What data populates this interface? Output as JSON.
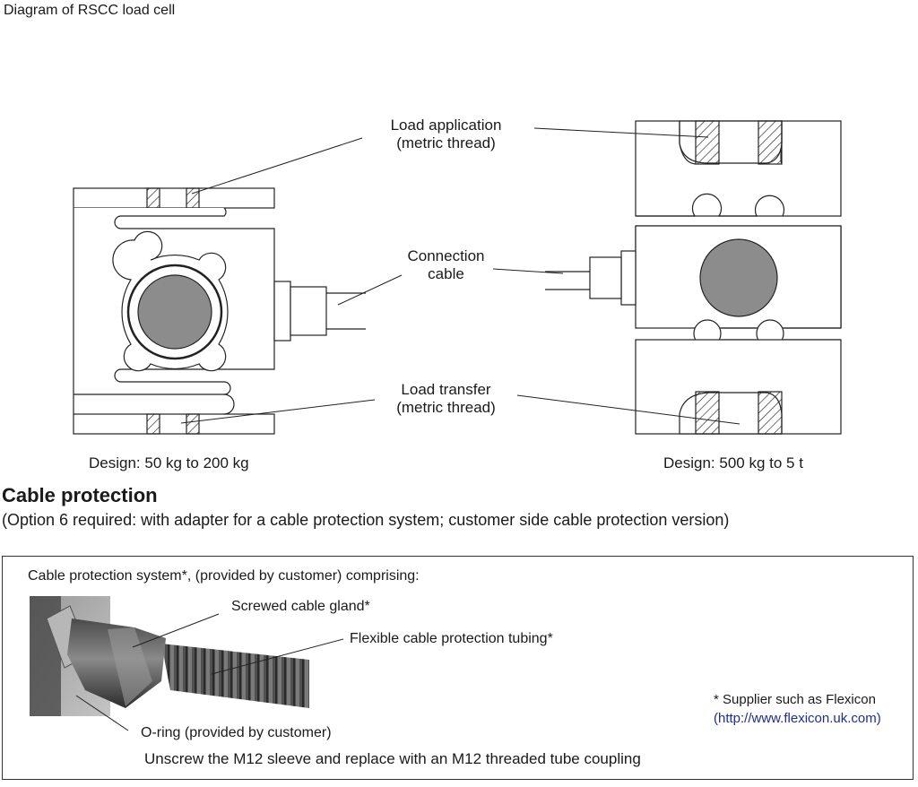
{
  "page_title": "Diagram of RSCC load cell",
  "diagram": {
    "labels": {
      "load_application": [
        "Load application",
        "(metric thread)"
      ],
      "connection_cable": [
        "Connection",
        "cable"
      ],
      "load_transfer": [
        "Load transfer",
        "(metric thread)"
      ]
    },
    "design_small": "Design: 50 kg to 200 kg",
    "design_large": "Design: 500 kg to 5 t"
  },
  "cable_protection": {
    "heading": "Cable protection",
    "subtitle": "(Option 6 required: with adapter for a cable protection system; customer side cable protection version)",
    "box": {
      "intro": "Cable protection system*, (provided by customer) comprising:",
      "gland": "Screwed cable gland*",
      "tubing": "Flexible cable protection tubing*",
      "oring": "O-ring (provided by customer)",
      "instruction": "Unscrew the M12 sleeve and replace with an M12 threaded tube coupling",
      "supplier_note": "* Supplier such as Flexicon",
      "supplier_url": "(http://www.flexicon.uk.com)"
    }
  },
  "colors": {
    "line": "#222222",
    "fill_gray": "#8c8c8c",
    "link": "#1f2f8a"
  }
}
